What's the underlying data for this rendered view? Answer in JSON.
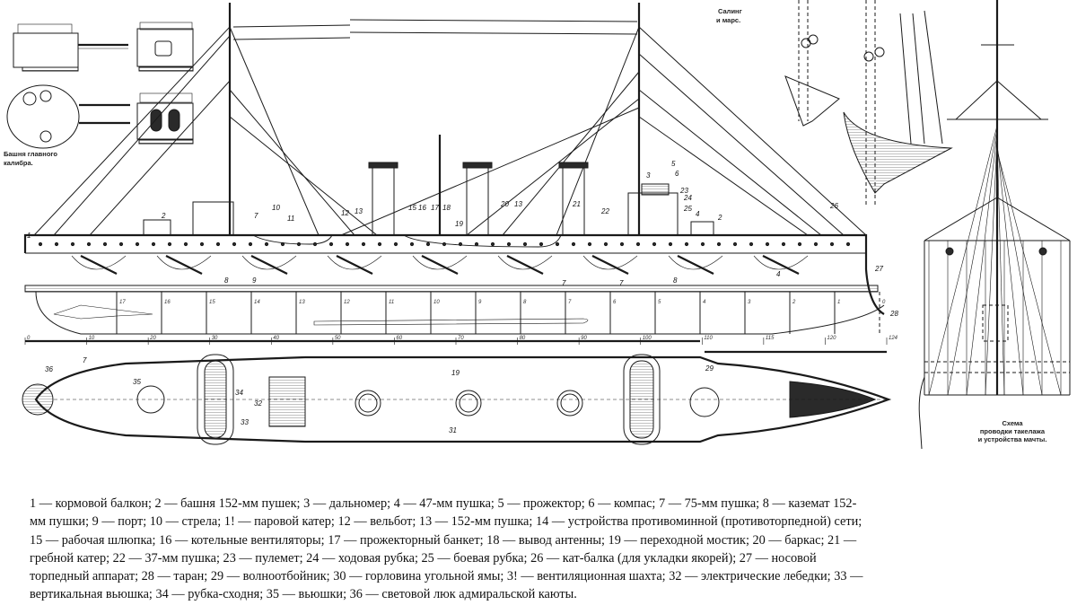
{
  "captions": {
    "turret": [
      "Башня главного",
      "калибра."
    ],
    "top": [
      "Салинг",
      "и марс."
    ],
    "rigging": [
      "Схема",
      "проводки такелажа",
      "и устройства мачты."
    ]
  },
  "callouts": {
    "profile": [
      "1",
      "2",
      "7",
      "8",
      "9",
      "10",
      "11",
      "12",
      "13",
      "15",
      "16",
      "17",
      "18",
      "19",
      "20",
      "13",
      "21",
      "22",
      "3",
      "6",
      "23",
      "24",
      "25",
      "4",
      "5",
      "7",
      "7",
      "8",
      "2",
      "4",
      "26",
      "27",
      "28"
    ],
    "plan": [
      "36",
      "7",
      "35",
      "34",
      "32",
      "33",
      "19",
      "31",
      "29"
    ]
  },
  "frames": {
    "bulkheads": [
      "17",
      "16",
      "15",
      "14",
      "13",
      "12",
      "11",
      "10",
      "9",
      "8",
      "7",
      "6",
      "5",
      "4",
      "3",
      "2",
      "1",
      "0"
    ],
    "stations": [
      "0",
      "10",
      "20",
      "30",
      "40",
      "50",
      "60",
      "70",
      "80",
      "90",
      "100",
      "110",
      "115",
      "120",
      "124"
    ]
  },
  "legend": [
    "1 — кормовой балкон; 2 — башня 152-мм пушек; 3 — дальномер; 4 — 47-мм пушка; 5 — прожектор; 6 — компас; 7 — 75-мм пушка; 8 — каземат 152-",
    "мм пушки; 9 — порт; 10 — стрела; 1! — паровой катер; 12 — вельбот; 13 — 152-мм пушка; 14 — устройства противоминной (противоторпедной) сети;",
    "15 — рабочая шлюпка; 16 — котельные вентиляторы; 17 — прожекторный банкет; 18 — вывод антенны; 19 — переходной мостик; 20 — баркас; 21 —",
    "гребной катер; 22 — 37-мм пушка; 23 — пулемет; 24 — ходовая рубка; 25 — боевая рубка; 26 — кат-балка (для укладки якорей); 27 — носовой",
    "торпедный аппарат; 28 — таран; 29 — волноотбойник; 30 — горловина угольной ямы; 3! — вентиляционная шахта; 32 — электрические лебедки; 33 —",
    "вертикальная вьюшка; 34 — рубка-сходня; 35 — вьюшки; 36 — световой люк адмиральской каюты."
  ]
}
